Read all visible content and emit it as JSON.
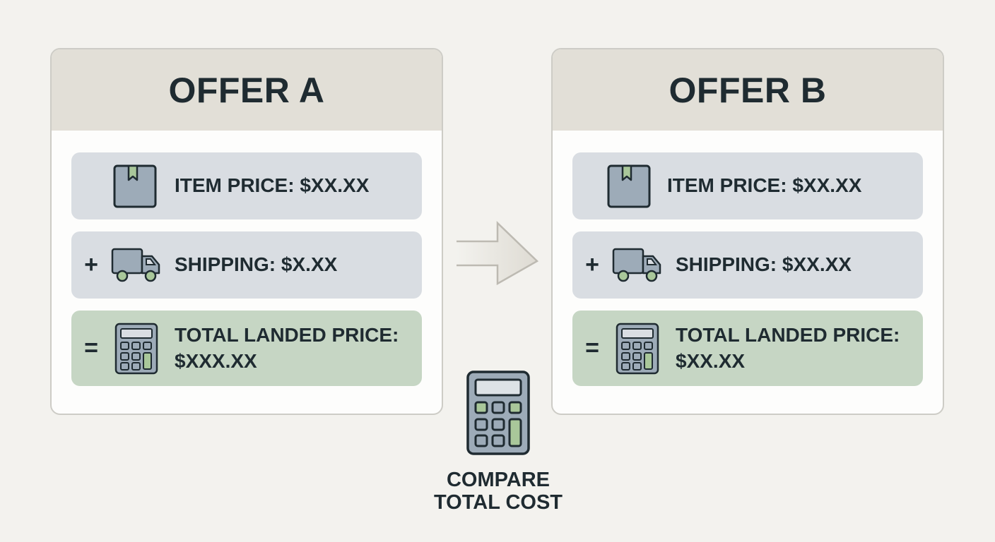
{
  "offers": [
    {
      "title": "OFFER A",
      "item_price": "ITEM PRICE: $XX.XX",
      "shipping_sign": "+",
      "shipping": "SHIPPING: $X.XX",
      "total_sign": "=",
      "total_line1": "TOTAL LANDED PRICE:",
      "total_line2": "$XXX.XX"
    },
    {
      "title": "OFFER B",
      "item_price": "ITEM PRICE: $XX.XX",
      "shipping_sign": "+",
      "shipping": "SHIPPING: $XX.XX",
      "total_sign": "=",
      "total_line1": "TOTAL LANDED PRICE:",
      "total_line2": "$XX.XX"
    }
  ],
  "compare": {
    "line1": "COMPARE",
    "line2": "TOTAL COST"
  },
  "icons": {
    "item": "package-box-icon",
    "shipping": "delivery-truck-icon",
    "total": "calculator-icon",
    "flow": "arrow-right-icon"
  },
  "colors": {
    "background": "#f3f2ee",
    "header": "#e2dfd7",
    "row": "#d9dde2",
    "total_row": "#c6d6c4",
    "accent_green": "#a9c79a",
    "icon_fill": "#9dabb8",
    "text": "#1f2b31"
  }
}
